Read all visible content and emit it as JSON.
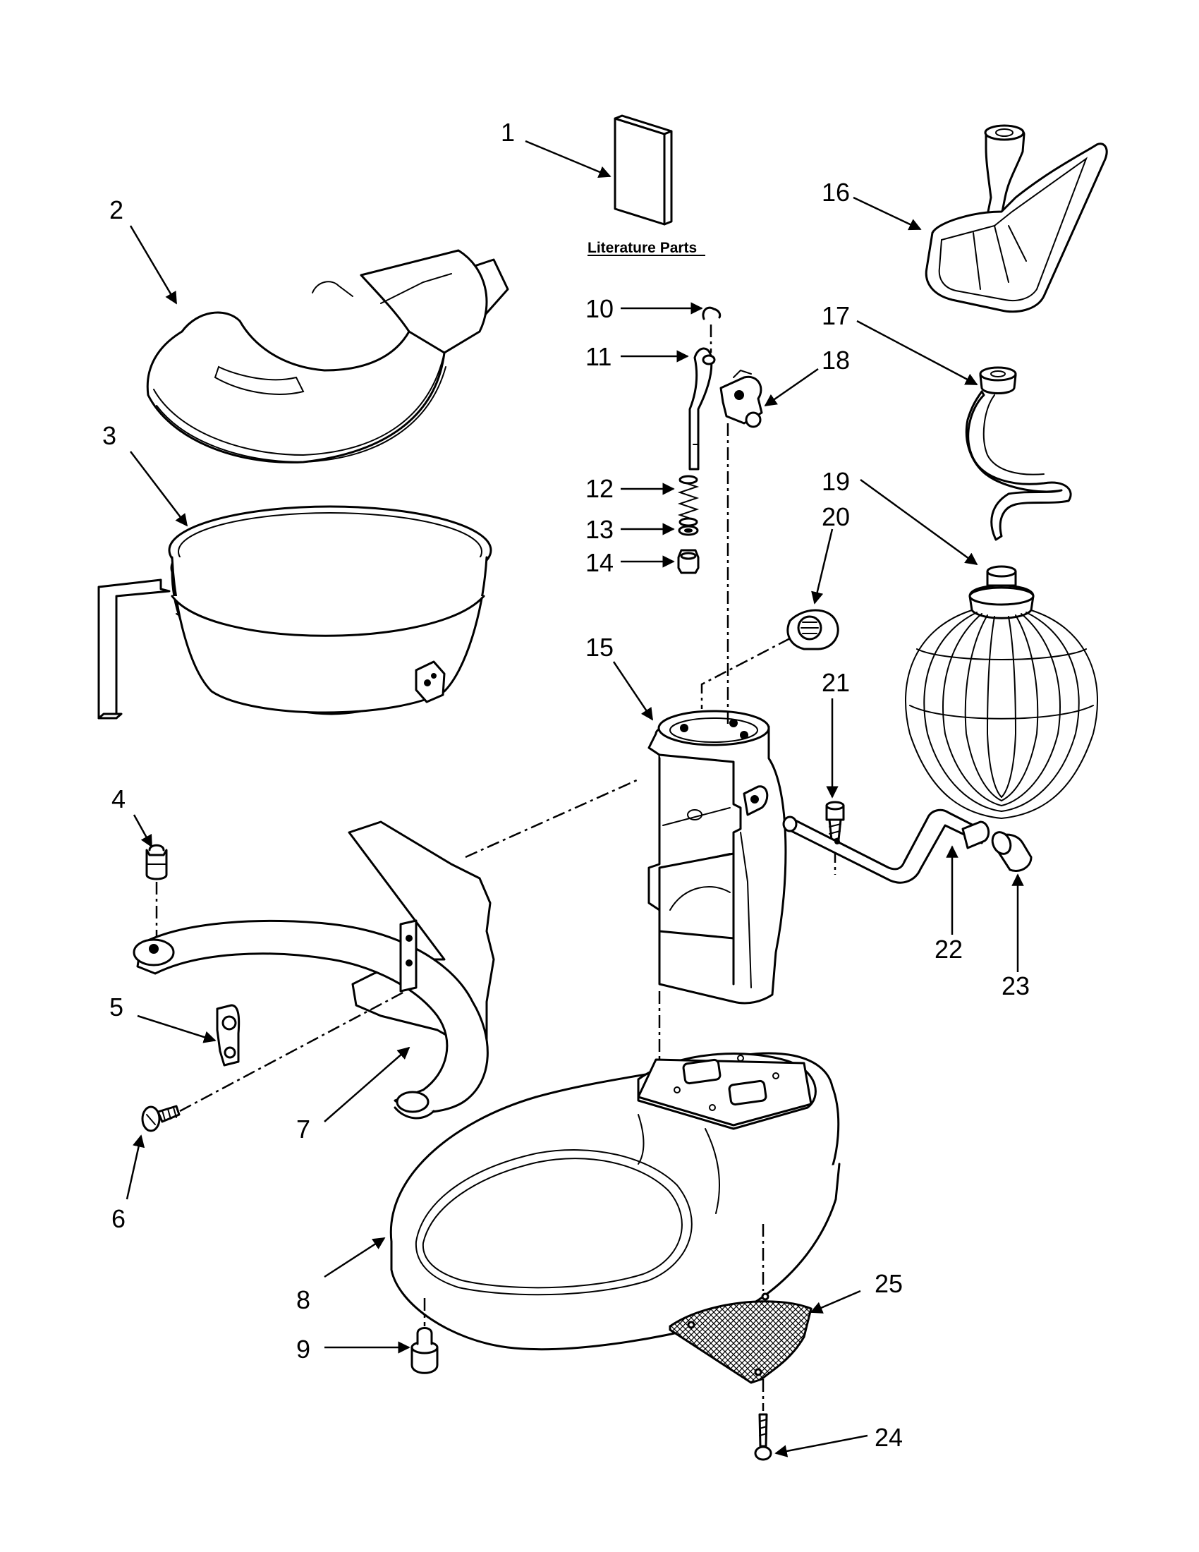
{
  "literature_label": "Literature Parts",
  "callouts": {
    "c1": "1",
    "c2": "2",
    "c3": "3",
    "c4": "4",
    "c5": "5",
    "c6": "6",
    "c7": "7",
    "c8": "8",
    "c9": "9",
    "c10": "10",
    "c11": "11",
    "c12": "12",
    "c13": "13",
    "c14": "14",
    "c15": "15",
    "c16": "16",
    "c17": "17",
    "c18": "18",
    "c19": "19",
    "c20": "20",
    "c21": "21",
    "c22": "22",
    "c23": "23",
    "c24": "24",
    "c25": "25"
  }
}
